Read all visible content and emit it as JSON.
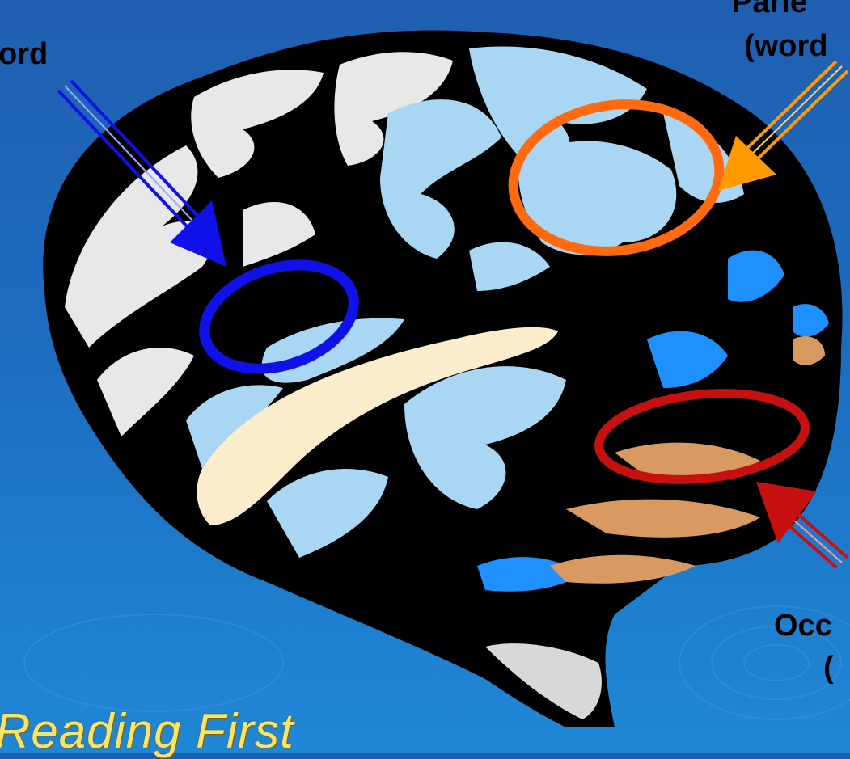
{
  "labels": {
    "left": "ord",
    "parietal_line1": "Parie",
    "parietal_line2": "(word",
    "occipital_line1": "Occ",
    "occipital_line2": "("
  },
  "footer": {
    "text": "Reading First"
  },
  "colors": {
    "background": "#1d6cc0",
    "brain_outline": "#000000",
    "fold_white": "#e8e8e8",
    "fold_lightblue": "#a9d6f2",
    "fold_cream": "#fbeccb",
    "fold_tan": "#d99a62",
    "fold_blue": "#1e90ff",
    "circle_blue": "#1010e8",
    "circle_orange": "#ff6a10",
    "circle_red": "#c81010",
    "arrow_blue": "#1010e8",
    "arrow_orange": "#ff9a00",
    "arrow_red": "#c81010"
  }
}
